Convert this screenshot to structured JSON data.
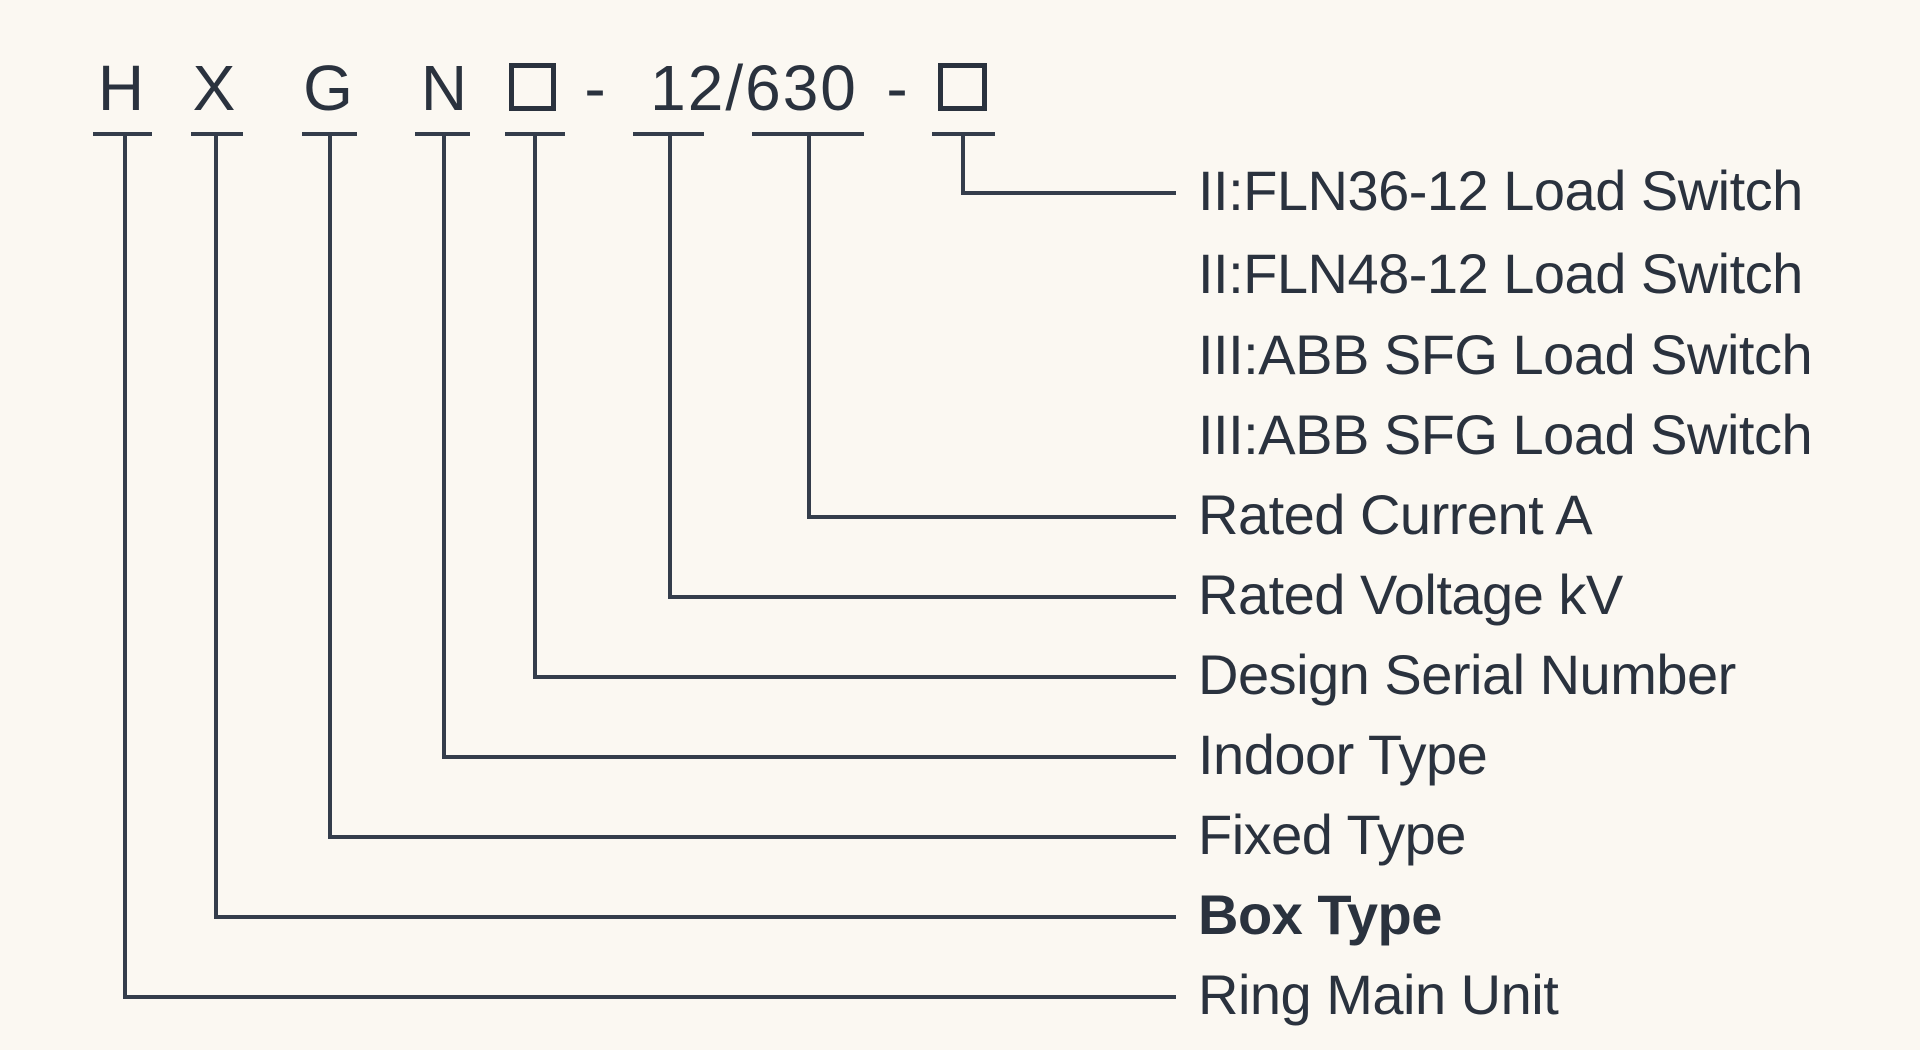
{
  "colors": {
    "background": "#fbf8f2",
    "ink": "#2a323e",
    "line": "#343d4b"
  },
  "code": {
    "full_model": "HXGN□-12/630-□",
    "segments": [
      {
        "id": "letter-h",
        "type": "char",
        "text": "H"
      },
      {
        "id": "letter-x",
        "type": "char",
        "text": "X"
      },
      {
        "id": "letter-g",
        "type": "char",
        "text": "G"
      },
      {
        "id": "letter-n",
        "type": "char",
        "text": "N"
      },
      {
        "id": "design-box",
        "type": "box",
        "text": "□"
      },
      {
        "id": "dash-1",
        "type": "char",
        "text": "-"
      },
      {
        "id": "rating-12-630",
        "type": "char",
        "text": "12/630"
      },
      {
        "id": "dash-2",
        "type": "char",
        "text": "-"
      },
      {
        "id": "switch-box",
        "type": "box",
        "text": "□"
      }
    ]
  },
  "labels": [
    {
      "text": "II:FLN36-12 Load Switch",
      "connects_to": "switch-box",
      "bold": false
    },
    {
      "text": "II:FLN48-12 Load Switch",
      "connects_to": null,
      "bold": false
    },
    {
      "text": "III:ABB SFG Load Switch",
      "connects_to": null,
      "bold": false
    },
    {
      "text": "III:ABB SFG Load Switch",
      "connects_to": null,
      "bold": false
    },
    {
      "text": "Rated Current A",
      "connects_to": "rating-630",
      "bold": false
    },
    {
      "text": "Rated Voltage kV",
      "connects_to": "rating-12",
      "bold": false
    },
    {
      "text": "Design Serial Number",
      "connects_to": "design-box",
      "bold": false
    },
    {
      "text": "Indoor Type",
      "connects_to": "letter-n",
      "bold": false
    },
    {
      "text": "Fixed Type",
      "connects_to": "letter-g",
      "bold": false
    },
    {
      "text": "Box Type",
      "connects_to": "letter-x",
      "bold": true
    },
    {
      "text": "Ring Main Unit",
      "connects_to": "letter-h",
      "bold": false
    }
  ]
}
